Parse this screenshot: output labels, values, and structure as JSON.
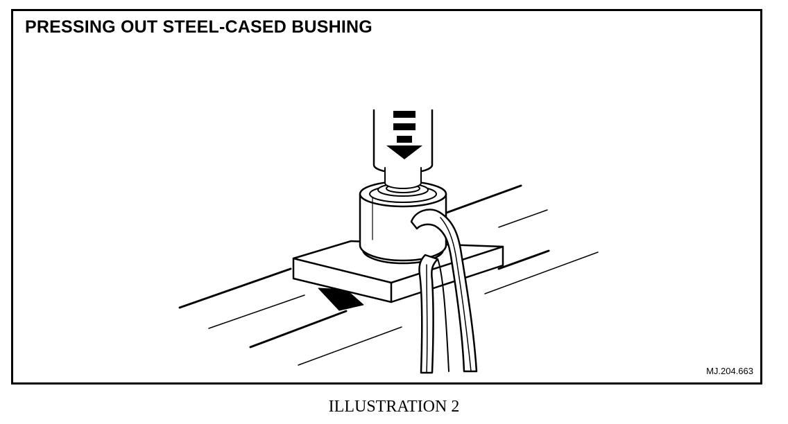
{
  "figure": {
    "title": "PRESSING OUT STEEL-CASED BUSHING",
    "reference": "MJ.204.663",
    "caption": "ILLUSTRATION 2"
  },
  "icons": {
    "press_direction": "down-arrow-icon"
  },
  "colors": {
    "ink": "#000000",
    "paper": "#ffffff"
  }
}
